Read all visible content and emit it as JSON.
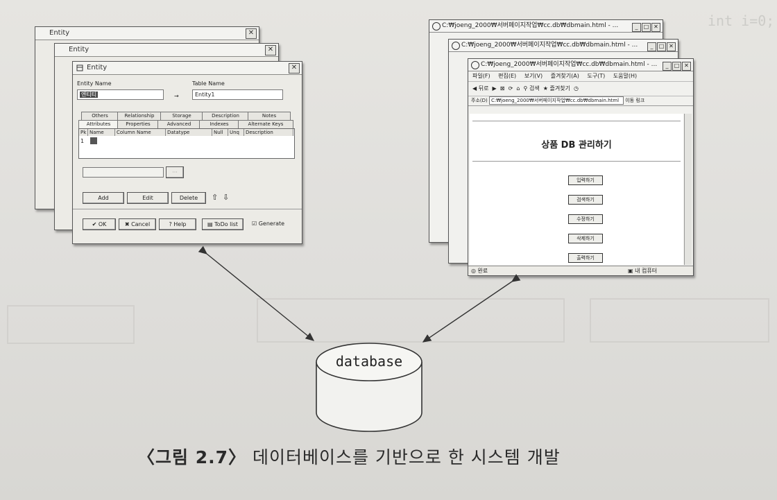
{
  "entity_window": {
    "title": "Entity",
    "entity_name_label": "Entity Name",
    "entity_name_value": "엔티티",
    "table_name_label": "Table Name",
    "table_name_value": "Entity1",
    "tabs_row1": [
      "Others",
      "Relationship",
      "Storage",
      "Description",
      "Notes"
    ],
    "tabs_row2": [
      "Attributes",
      "Properties",
      "Advanced",
      "Indexes",
      "Alternate Keys"
    ],
    "grid_headers": [
      "Pk",
      "Name",
      "Column Name",
      "Datatype",
      "Null",
      "Unq",
      "Description"
    ],
    "grid_row_number": "1",
    "buttons": [
      "Add",
      "Edit",
      "Delete"
    ],
    "footer_buttons": [
      "OK",
      "Cancel",
      "Help",
      "ToDo list"
    ],
    "generate_label": "Generate"
  },
  "browser_window": {
    "titles": [
      "C:₩joeng_2000₩서버페이지작업₩cc.db₩dbmain.html - ...",
      "C:₩joeng_2000₩서버페이지작업₩cc.db₩dbmain.html - ...",
      "C:₩joeng_2000₩서버페이지작업₩cc.db₩dbmain.html - ..."
    ],
    "menu": [
      "파일(F)",
      "편집(E)",
      "보기(V)",
      "즐겨찾기(A)",
      "도구(T)",
      "도움말(H)"
    ],
    "toolbar": [
      "뒤로",
      "검색",
      "즐겨찾기"
    ],
    "address_label": "주소(D)",
    "address": "C:₩joeng_2000₩서버페이지작업₩cc.db₩dbmain.html",
    "go": "이동",
    "link": "링크",
    "page_heading": "상품 DB 관리하기",
    "menu_buttons": [
      "입력하기",
      "검색하기",
      "수정하기",
      "삭제하기",
      "출력하기"
    ],
    "status_left": "완료",
    "status_right": "내 컴퓨터"
  },
  "database_label": "database",
  "caption": {
    "figure": "〈그림 2.7〉",
    "text": "데이터베이스를 기반으로 한 시스템 개발"
  }
}
